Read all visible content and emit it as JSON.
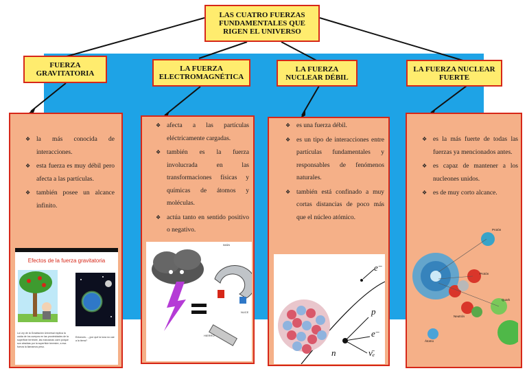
{
  "title": "LAS CUATRO FUERZAS FUNDAMENTALES QUE RIGEN EL UNIVERSO",
  "forces": [
    {
      "heading": "FUERZA GRAVITATORIA",
      "items": [
        "la más conocida de interacciones.",
        "esta fuerza es muy débil pero afecta a las partículas.",
        "también posee un alcance infinito."
      ],
      "image": {
        "title": "Efectos de la fuerza gravitatoria",
        "caption_left": "La Ley de la Gravitación Universal explica la caída de los cuerpos en las proximidades de la superficie terrestre, las manzanas caen porque son atraídas por la superficie terrestre, a esa fuerza la llamamos peso.",
        "caption_right": "Entonces... ¿por qué la luna no cae a la tierra?"
      }
    },
    {
      "heading": "LA FUERZA ELECTROMAGNÉTICA",
      "items": [
        "afecta a las partículas eléctricamente cargadas.",
        "también es la fuerza involucrada en las transformaciones físicas y químicas de átomos y moléculas.",
        "actúa tanto en sentido positivo o negativo."
      ],
      "image": {
        "label_top": "IMÁN",
        "label_clay": "HIERRO",
        "label_side": "NUCE"
      }
    },
    {
      "heading": "LA FUERZA NUCLEAR DÉBIL",
      "items": [
        "es una fuerza débil.",
        "es un tipo de interacciones entre partículas fundamentales y responsables de fenómenos naturales.",
        "también está confinado a muy cortas distancias de poco más que el núcleo atómico."
      ],
      "image": {
        "e1": "e⁻",
        "p": "p",
        "e2": "e⁻",
        "n": "n",
        "nu": "ν̄ₑ"
      }
    },
    {
      "heading": "LA FUERZA NUCLEAR FUERTE",
      "items": [
        "es la más fuerte de todas las fuerzas ya mencionados antes.",
        "es capaz de mantener a los nucleones unidos.",
        "es de muy corto alcance."
      ],
      "image": {
        "l1": "Protón",
        "l2": "Protón",
        "l3": "Neutrón",
        "l4": "Quark",
        "l5": "Átomo"
      }
    }
  ]
}
